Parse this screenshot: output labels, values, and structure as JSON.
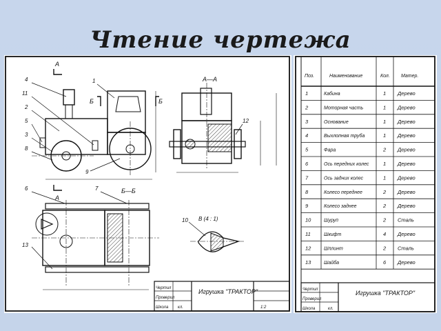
{
  "slide": {
    "title": "Чтение чертежа"
  },
  "drawing": {
    "section_labels": {
      "a": "А",
      "aa": "А—А",
      "b": "Б",
      "bb": "Б—Б",
      "detail_v": "В (4 : 1)"
    },
    "leader_numbers": [
      "4",
      "11",
      "2",
      "5",
      "3",
      "8",
      "1",
      "9",
      "12",
      "6",
      "7",
      "10",
      "13"
    ],
    "title_block": {
      "name": "Игрушка \"ТРАКТОР\"",
      "sheet_no": "1:2",
      "rows": [
        "Чертил",
        "Проверил",
        "Школа"
      ],
      "unit": "кл."
    }
  },
  "spec": {
    "headers": {
      "pos": "Поз.",
      "name": "Наименование",
      "qty": "Кол.",
      "material": "Матер."
    },
    "rows": [
      {
        "pos": "1",
        "name": "Кабина",
        "qty": "1",
        "material": "Дерево"
      },
      {
        "pos": "2",
        "name": "Моторная часть",
        "qty": "1",
        "material": "Дерево"
      },
      {
        "pos": "3",
        "name": "Основание",
        "qty": "1",
        "material": "Дерево"
      },
      {
        "pos": "4",
        "name": "Выхлопная труба",
        "qty": "1",
        "material": "Дерево"
      },
      {
        "pos": "5",
        "name": "Фара",
        "qty": "2",
        "material": "Дерево"
      },
      {
        "pos": "6",
        "name": "Ось передних колес",
        "qty": "1",
        "material": "Дерево"
      },
      {
        "pos": "7",
        "name": "Ось задних колес",
        "qty": "1",
        "material": "Дерево"
      },
      {
        "pos": "8",
        "name": "Колесо переднее",
        "qty": "2",
        "material": "Дерево"
      },
      {
        "pos": "9",
        "name": "Колесо заднее",
        "qty": "2",
        "material": "Дерево"
      },
      {
        "pos": "10",
        "name": "Шуруп",
        "qty": "2",
        "material": "Сталь"
      },
      {
        "pos": "11",
        "name": "Шкифт",
        "qty": "4",
        "material": "Дерево"
      },
      {
        "pos": "12",
        "name": "Шплинт",
        "qty": "2",
        "material": "Сталь"
      },
      {
        "pos": "13",
        "name": "Шайба",
        "qty": "6",
        "material": "Дерево"
      }
    ],
    "title_block": {
      "name": "Игрушка \"ТРАКТОР\"",
      "rows": [
        "Чертил",
        "Проверил",
        "Школа"
      ],
      "unit": "кл."
    }
  }
}
